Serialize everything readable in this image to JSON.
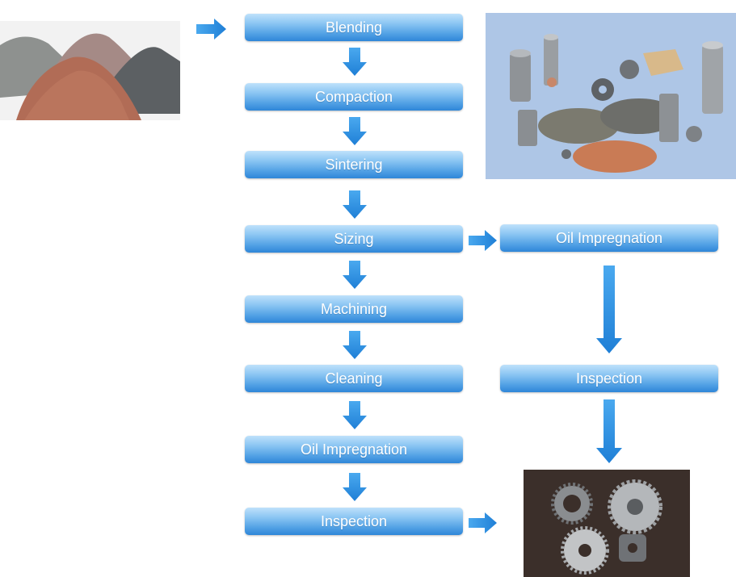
{
  "colors": {
    "box_top": "#bfe1fb",
    "box_bottom": "#2f86d8",
    "arrow": "#2a8fe0"
  },
  "main_flow": [
    {
      "label": "Blending"
    },
    {
      "label": "Compaction"
    },
    {
      "label": "Sintering"
    },
    {
      "label": "Sizing"
    },
    {
      "label": "Machining"
    },
    {
      "label": "Cleaning"
    },
    {
      "label": "Oil Impregnation"
    },
    {
      "label": "Inspection"
    }
  ],
  "branch_flow": [
    {
      "label": "Oil Impregnation"
    },
    {
      "label": "Inspection"
    }
  ],
  "images": {
    "powder": "metal-powder-piles-photo",
    "parts": "sintered-parts-photo",
    "gears": "finished-gears-photo"
  }
}
